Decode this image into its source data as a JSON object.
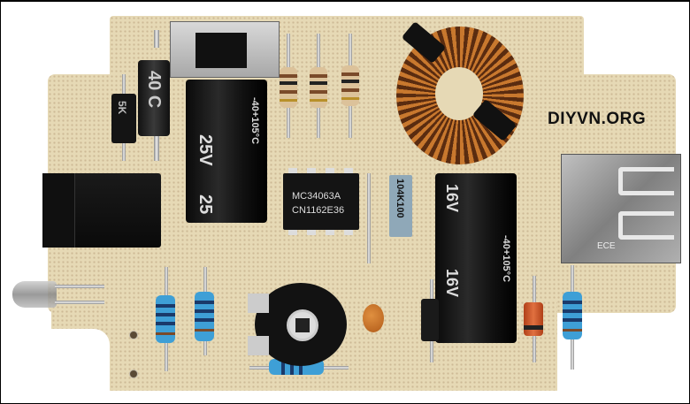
{
  "watermark": {
    "text": "DIYVN.ORG"
  },
  "components": {
    "ic": {
      "line1": "MC34063A",
      "line2": "CN1162E36"
    },
    "film_cap": {
      "label": "104K100"
    },
    "cap_left": {
      "voltage": "25V",
      "voltage2": "25",
      "temp": "-40+105°C"
    },
    "cap_right": {
      "voltage": "16V",
      "voltage2": "16V",
      "temp": "-40+105°C"
    },
    "diode_big": {
      "label": "40 C"
    },
    "diode_small": {
      "label": "5K"
    },
    "usb": {
      "label": "ECE"
    }
  },
  "colors": {
    "pcb": "#e6d9b5",
    "copper": "#c8782e",
    "resistor_blue": "#3e9fd6",
    "resistor_beige": "#dcc29a"
  }
}
